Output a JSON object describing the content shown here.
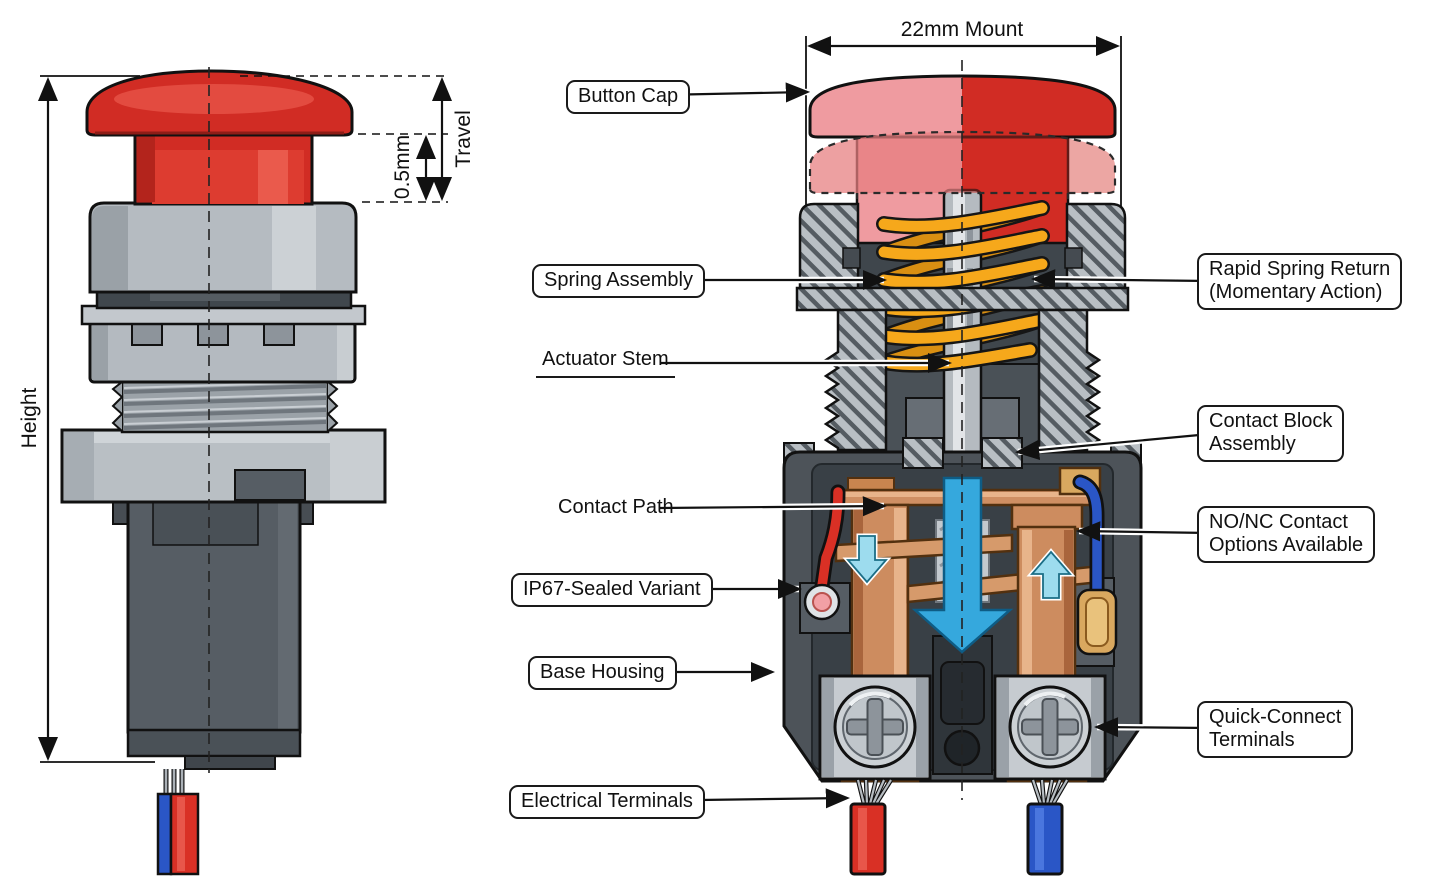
{
  "figure": {
    "subject": "22 mm emergency-stop push button switch - side view and cutaway section",
    "background": "#ffffff"
  },
  "dimensions": {
    "mount": "22mm Mount",
    "height": "Height",
    "travel": "Travel",
    "travel_value": "0.5mm"
  },
  "callouts": {
    "button_cap": "Button Cap",
    "spring_assembly": "Spring Assembly",
    "actuator_stem": "Actuator Stem",
    "contact_path": "Contact Path",
    "ip67_sealed_variant": "IP67-Sealed Variant",
    "base_housing": "Base Housing",
    "electrical_terminals": "Electrical Terminals",
    "rapid_spring_return": "Rapid Spring Return\n(Momentary Action)",
    "contact_block_assembly": "Contact Block\nAssembly",
    "no_nc_contact": "NO/NC Contact\nOptions Available",
    "quick_connect_terminals": "Quick-Connect\nTerminals"
  },
  "colors": {
    "cap_red": "#d12c24",
    "cap_section_pink": "#ef9ba0",
    "spring_orange": "#f6a81b",
    "copper_contact": "#cd8c5f",
    "actuation_arrow": "#35a8dd",
    "contact_motion_arrow": "#9ddcee",
    "wire_red": "#d93025",
    "wire_blue": "#2a56c6",
    "terminal_gold": "#d9a85f",
    "metal_light": "#b7bdc2",
    "housing_dark": "#4d5359",
    "outline": "#111111"
  }
}
